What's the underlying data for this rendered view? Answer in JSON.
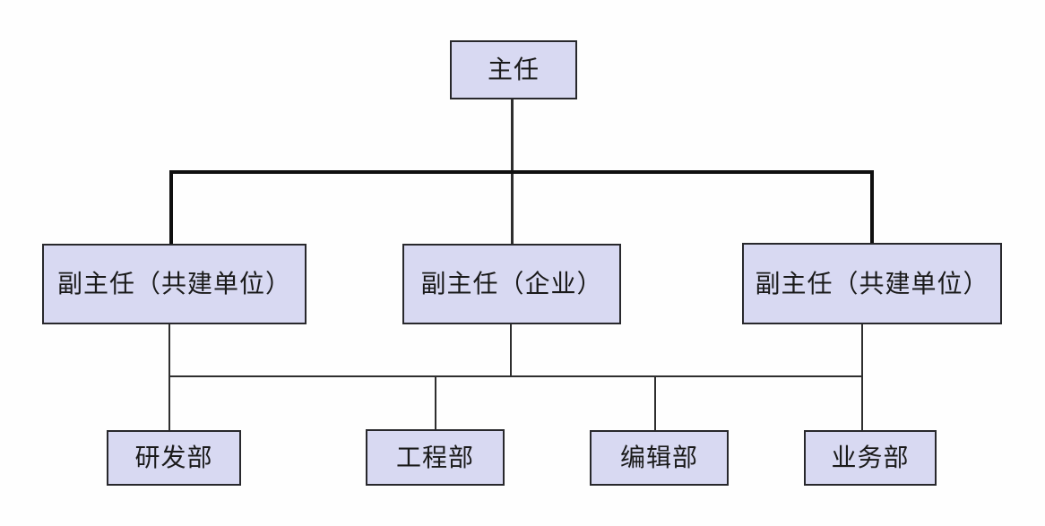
{
  "diagram": {
    "type": "org-chart",
    "nodes": {
      "root": {
        "label": "主任"
      },
      "level2": [
        {
          "label": "副主任（共建单位）"
        },
        {
          "label": "副主任（企业）"
        },
        {
          "label": "副主任（共建单位）"
        }
      ],
      "level3": [
        {
          "label": "研发部"
        },
        {
          "label": "工程部"
        },
        {
          "label": "编辑部"
        },
        {
          "label": "业务部"
        }
      ]
    },
    "edges": [
      {
        "from": "主任",
        "to": [
          "副主任（共建单位）",
          "副主任（企业）",
          "副主任（共建单位）"
        ]
      },
      {
        "from": [
          "副主任（共建单位）",
          "副主任（企业）",
          "副主任（共建单位）"
        ],
        "to": [
          "研发部",
          "工程部",
          "编辑部",
          "业务部"
        ]
      }
    ],
    "colors": {
      "node_fill": "#d8d9f2",
      "node_border": "#28282c",
      "connector_thick": "#0f0f0f",
      "connector_thin": "#2e2e2e",
      "text": "#1a1a1a",
      "background": "#fefefe"
    }
  }
}
